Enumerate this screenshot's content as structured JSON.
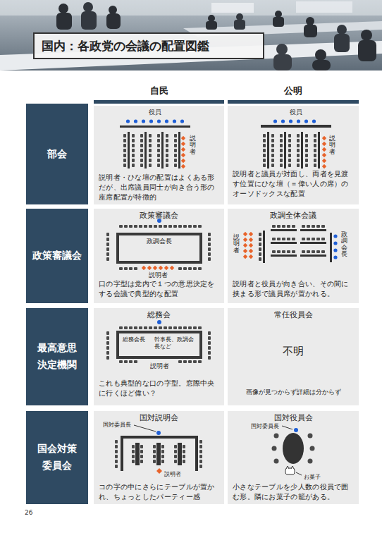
{
  "diagram": {
    "title": "国内：各政党の会議の配置図鑑",
    "nodes": [
      {
        "text": [
          "部会"
        ]
      },
      {
        "text": [
          "説明者・ひな壇の配置はよくある形だが、出席議員同士が向き合う形の座席配置が特徴的"
        ]
      },
      {
        "text": [
          "説明者と議員が対面し、両者を見渡す位置にひな壇（＝偉い人の席）のオーソドックスな配置"
        ]
      },
      {
        "text": [
          "政策審議会"
        ]
      },
      {
        "text": [
          "政策審議会",
          "口の字型は党内で１つの意思決定をする会議で典型的な配置"
        ]
      },
      {
        "text": [
          "政調会長"
        ],
        "in": 4
      },
      {
        "text": [
          "政調全体会議",
          "説明者と役員が向き合い、その間に挟まる形で議員席が置かれる。"
        ]
      },
      {
        "text": [
          "最高意思決定機関"
        ]
      },
      {
        "text": [
          "総務会",
          "これも典型的な口の字型。窓際中央に行くほど偉い？"
        ]
      },
      {
        "text": [
          "総務会長",
          "幹事長、政調会長など"
        ],
        "in": 8
      },
      {
        "text": [
          "常任役員会",
          "不明",
          "画像が見つからず詳細は分からず"
        ]
      },
      {
        "text": [
          "国会対策委員会"
        ]
      },
      {
        "text": [
          "国対説明会",
          "コの字の中にさらにテーブルが置かれ、ちょっとしたパーティー感"
        ]
      },
      {
        "text": [
          "国対役員会",
          "小さなテーブルを少人数の役員で囲む形。隣にお菓子の籠がある。"
        ]
      }
    ],
    "labels": [
      "自民",
      "公明",
      "役員",
      "説明者",
      "役員",
      "説明者",
      "説明者",
      "説明者",
      "政調会長",
      "説明者",
      "国対委員長",
      "説明者",
      "国対委員長",
      "お菓子",
      "26"
    ]
  }
}
